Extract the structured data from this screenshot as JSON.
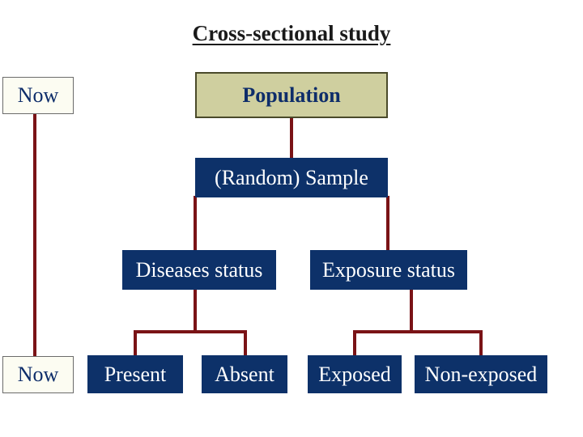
{
  "diagram": {
    "title": "Cross-sectional study",
    "colors": {
      "connector": "#7a1316",
      "dark_box": "#0d3169",
      "population_fill": "#cfcf9f",
      "now_fill": "#fcfcf2"
    },
    "nodes": {
      "now_top": "Now",
      "population": "Population",
      "sample": "(Random) Sample",
      "diseases_status": "Diseases status",
      "exposure_status": "Exposure status",
      "now_bottom": "Now",
      "present": "Present",
      "absent": "Absent",
      "exposed": "Exposed",
      "non_exposed": "Non-exposed"
    }
  }
}
